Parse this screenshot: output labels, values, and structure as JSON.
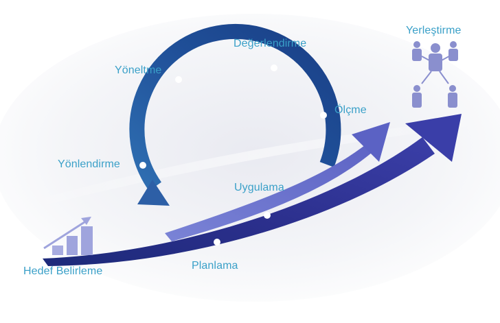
{
  "stages": {
    "goal_setting": "Hedef Belirleme",
    "planning": "Planlama",
    "implementation": "Uygulama",
    "guidance": "Yönlendirme",
    "direction": "Yöneltme",
    "evaluation": "Değerlendirme",
    "measurement": "Ölçme",
    "placement": "Yerleştirme"
  },
  "icons": {
    "goal": "growth-bar-chart-icon",
    "placement": "people-network-icon"
  },
  "colors": {
    "label": "#3aa0c8",
    "cycle_dark": "#1a3f86",
    "cycle_light": "#2f6fb2",
    "arrow_dark": "#2b2f8c",
    "arrow_mid": "#4a4fb6",
    "arrow_light": "#5d6ac9",
    "bars": "#9fa4dd",
    "people": "#8a8fce",
    "background": "#ffffff",
    "glow": "#ecedf3"
  }
}
